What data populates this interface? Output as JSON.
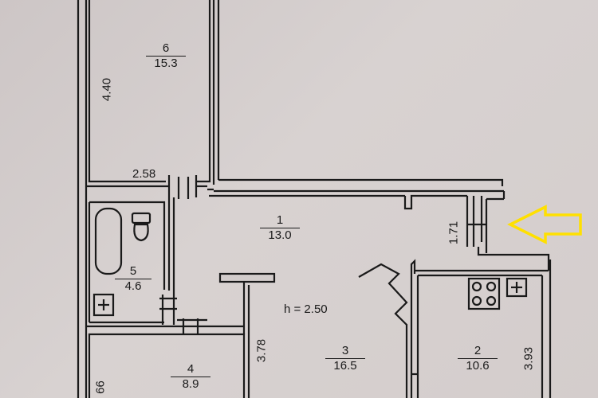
{
  "plan": {
    "height_note": "h = 2.50",
    "entrance_arrow_icon": "arrow-left-icon",
    "rooms": [
      {
        "number": "1",
        "area": "13.0"
      },
      {
        "number": "2",
        "area": "10.6"
      },
      {
        "number": "3",
        "area": "16.5"
      },
      {
        "number": "4",
        "area": "8.9"
      },
      {
        "number": "5",
        "area": "4.6"
      },
      {
        "number": "6",
        "area": "15.3"
      }
    ],
    "dimensions": {
      "room6_height": "4.40",
      "room6_width": "2.58",
      "hall_depth": "1.71",
      "room3_height": "3.78",
      "room2_height": "3.93",
      "room4_height_partial": "66"
    }
  },
  "colors": {
    "wall": "#1a1a1a",
    "arrow": "#ffe000",
    "paper": "#d2cccb"
  }
}
